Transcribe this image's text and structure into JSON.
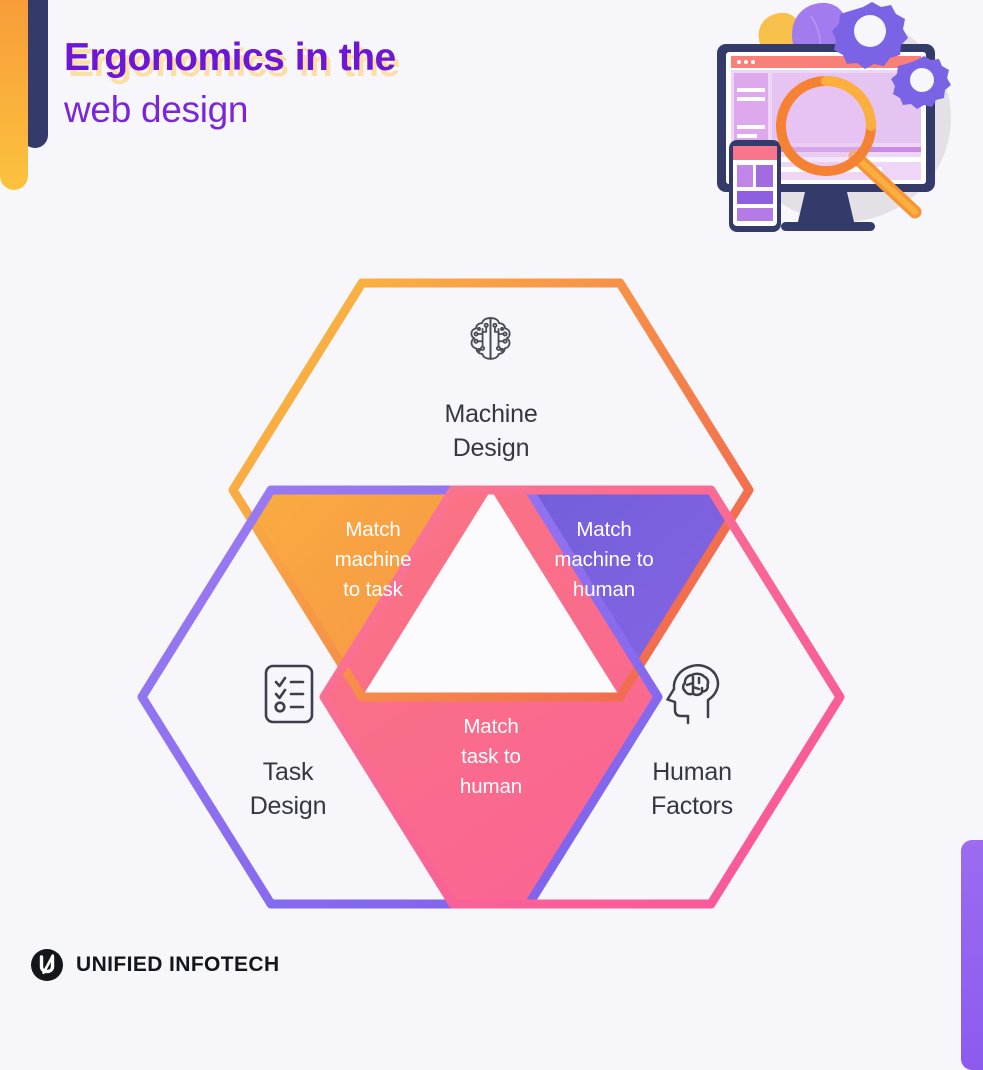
{
  "page": {
    "background_color": "#F7F7FB"
  },
  "header": {
    "title_line1": "Ergonomics in the",
    "title_line2": "web design",
    "title_color": "#6D16D6",
    "title_shadow_color": "#FBDFA5"
  },
  "decorations": {
    "left_bar_navy_color": "#343B6B",
    "left_bar_orange_color": "#F79438",
    "right_bar_purple_color": "#9B6BF0"
  },
  "illustration": {
    "name": "web-design-magnifier-illustration",
    "elements": [
      "monitor",
      "browser-window-mockup",
      "magnifying-glass",
      "gear-large",
      "gear-small",
      "smartphone",
      "background-blob-purple",
      "background-blob-yellow"
    ]
  },
  "venn": {
    "circles": [
      {
        "id": "machine-design",
        "label_line1": "Machine",
        "label_line2": "Design",
        "icon": "brain-circuit-icon",
        "stroke_from": "#FBBF3F",
        "stroke_to": "#F26C4F"
      },
      {
        "id": "task-design",
        "label_line1": "Task",
        "label_line2": "Design",
        "icon": "checklist-clipboard-icon",
        "stroke_from": "#9B7BF2",
        "stroke_to": "#7D62EC"
      },
      {
        "id": "human-factors",
        "label_line1": "Human",
        "label_line2": "Factors",
        "icon": "head-brain-icon",
        "stroke_from": "#F9788F",
        "stroke_to": "#F9559B"
      }
    ],
    "overlaps": [
      {
        "id": "match-machine-to-task",
        "lines": [
          "Match",
          "machine",
          "to task"
        ],
        "fill_from": "#FBBE3E",
        "fill_to": "#F4734D"
      },
      {
        "id": "match-machine-to-human",
        "lines": [
          "Match",
          "machine to",
          "human"
        ],
        "fill_from": "#5452C7",
        "fill_to": "#9A6DF0"
      },
      {
        "id": "match-task-to-human",
        "lines": [
          "Match",
          "task to",
          "human"
        ],
        "fill_from": "#FA8272",
        "fill_to": "#FA5C9E"
      }
    ],
    "center_fill": "#FFFFFF"
  },
  "footer": {
    "brand_name": "UNIFIED INFOTECH",
    "logo_icon": "unified-infotech-u-logo",
    "logo_color": "#15161B"
  }
}
